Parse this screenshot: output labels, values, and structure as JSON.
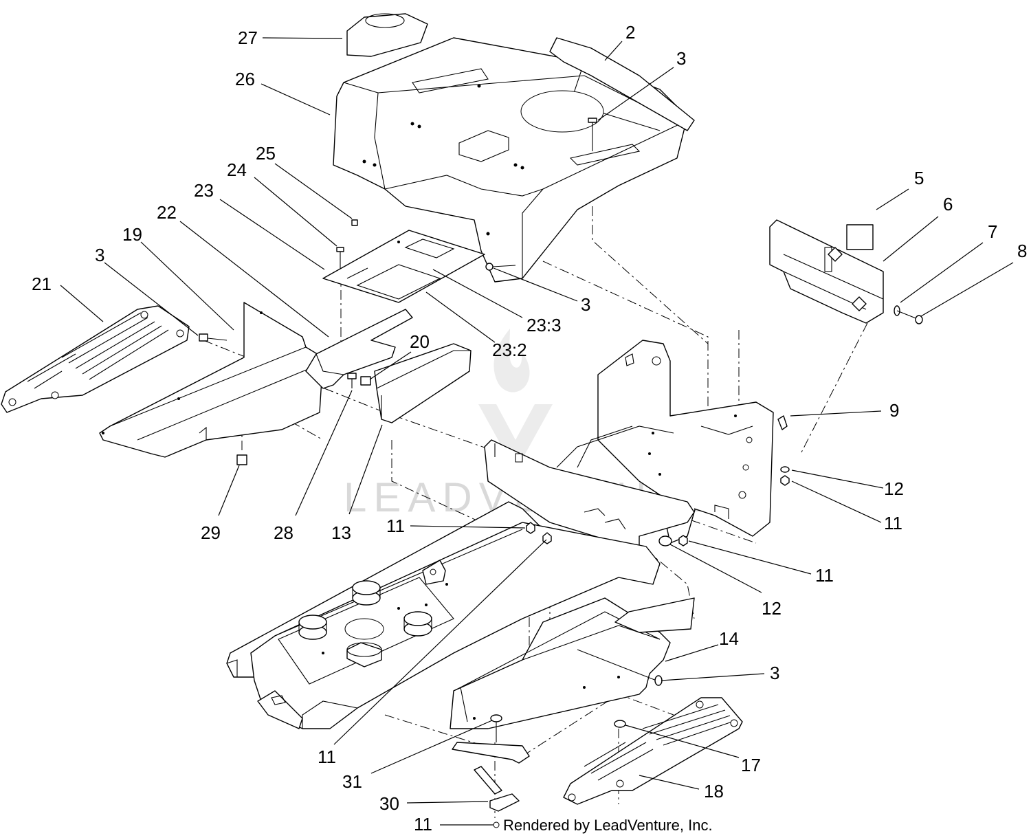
{
  "watermark": "LEADVENTURE",
  "credit": "Rendered by LeadVenture, Inc.",
  "callouts": [
    {
      "id": "c27a",
      "label": "27"
    },
    {
      "id": "c2",
      "label": "2"
    },
    {
      "id": "c26",
      "label": "26"
    },
    {
      "id": "c3a",
      "label": "3"
    },
    {
      "id": "c25",
      "label": "25"
    },
    {
      "id": "c24",
      "label": "24"
    },
    {
      "id": "c23",
      "label": "23"
    },
    {
      "id": "c22",
      "label": "22"
    },
    {
      "id": "c19",
      "label": "19"
    },
    {
      "id": "c3b",
      "label": "3"
    },
    {
      "id": "c21",
      "label": "21"
    },
    {
      "id": "c3c",
      "label": "3"
    },
    {
      "id": "c23_3",
      "label": "23:3"
    },
    {
      "id": "c23_2",
      "label": "23:2"
    },
    {
      "id": "c20",
      "label": "20"
    },
    {
      "id": "c5",
      "label": "5"
    },
    {
      "id": "c6",
      "label": "6"
    },
    {
      "id": "c7",
      "label": "7"
    },
    {
      "id": "c8",
      "label": "8"
    },
    {
      "id": "c9",
      "label": "9"
    },
    {
      "id": "c12a",
      "label": "12"
    },
    {
      "id": "c11a",
      "label": "11"
    },
    {
      "id": "c29",
      "label": "29"
    },
    {
      "id": "c28",
      "label": "28"
    },
    {
      "id": "c13",
      "label": "13"
    },
    {
      "id": "c11b",
      "label": "11"
    },
    {
      "id": "c11c",
      "label": "11"
    },
    {
      "id": "c12b",
      "label": "12"
    },
    {
      "id": "c14",
      "label": "14"
    },
    {
      "id": "c3d",
      "label": "3"
    },
    {
      "id": "c11d",
      "label": "11"
    },
    {
      "id": "c17",
      "label": "17"
    },
    {
      "id": "c31",
      "label": "31"
    },
    {
      "id": "c18",
      "label": "18"
    },
    {
      "id": "c30",
      "label": "30"
    },
    {
      "id": "c11e",
      "label": "11"
    }
  ]
}
